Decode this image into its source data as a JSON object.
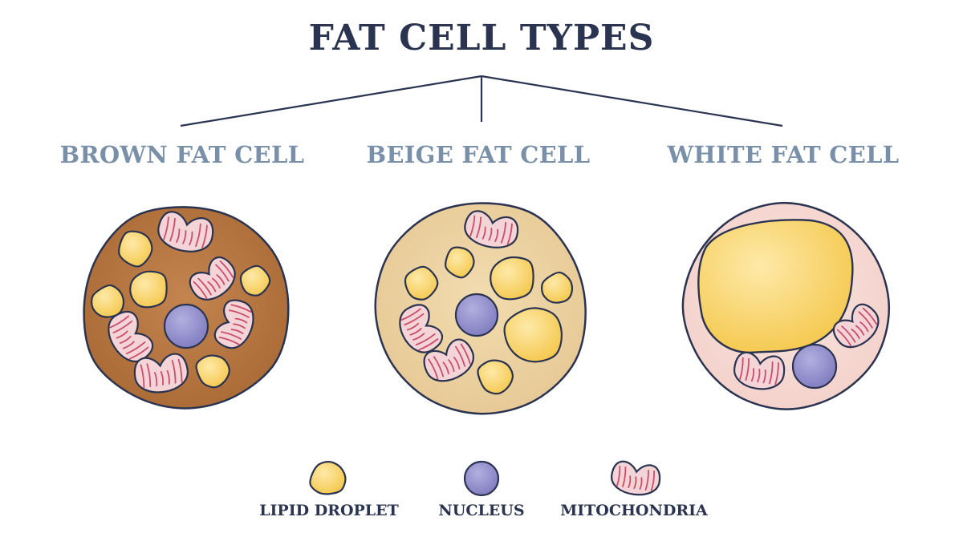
{
  "title": "FAT CELL TYPES",
  "cells": [
    {
      "label": "BROWN FAT CELL"
    },
    {
      "label": "BEIGE FAT CELL"
    },
    {
      "label": "WHITE FAT CELL"
    }
  ],
  "legend": [
    {
      "label": "LIPID DROPLET",
      "icon": "lipid-droplet-icon"
    },
    {
      "label": "NUCLEUS",
      "icon": "nucleus-icon"
    },
    {
      "label": "MITOCHONDRIA",
      "icon": "mitochondria-icon"
    }
  ],
  "colors": {
    "title": "#2a3350",
    "label": "#7a90a8",
    "outline": "#2a3350",
    "brown_cell": "#b5773f",
    "beige_cell": "#ecd2a3",
    "white_cell": "#f8dcd6",
    "lipid": "#f7cf5e",
    "nucleus": "#8a86c7",
    "mitochondria": "#f4d4d6",
    "cristae": "#c94e6a"
  }
}
